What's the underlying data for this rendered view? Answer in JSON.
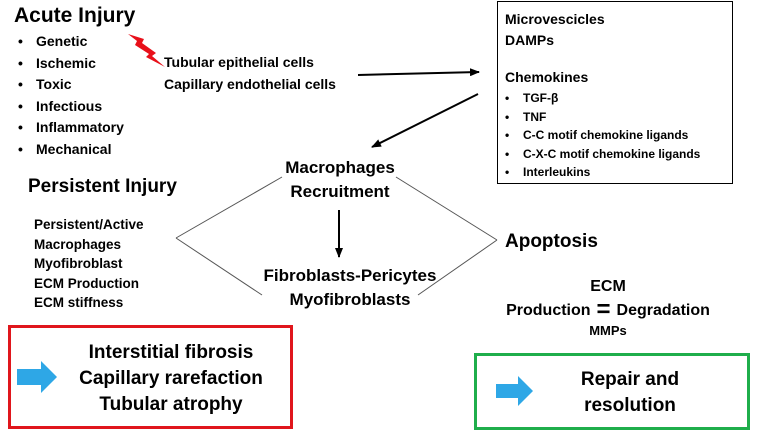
{
  "acute_injury": {
    "title": "Acute Injury",
    "causes": [
      "Genetic",
      "Ischemic",
      "Toxic",
      "Infectious",
      "Inflammatory",
      "Mechanical"
    ]
  },
  "cells": [
    "Tubular epithelial cells",
    "Capillary endothelial cells"
  ],
  "mediators": {
    "items": [
      "Microvescicles",
      "DAMPs"
    ],
    "chemokines_title": "Chemokines",
    "chemokines": [
      "TGF-β",
      "TNF",
      "C-C motif chemokine ligands",
      "C-X-C motif chemokine ligands",
      "Interleukins"
    ]
  },
  "macrophages": [
    "Macrophages",
    "Recruitment"
  ],
  "persistent_injury": {
    "title": "Persistent Injury",
    "items": [
      "Persistent/Active",
      "Macrophages",
      "Myofibroblast",
      "ECM Production",
      "ECM stiffness"
    ]
  },
  "fibroblasts": [
    "Fibroblasts-Pericytes",
    "Myofibroblasts"
  ],
  "apoptosis": "Apoptosis",
  "ecm": {
    "label": "ECM",
    "production": "Production",
    "equals": "=",
    "degradation": "Degradation",
    "mmps": "MMPs"
  },
  "fibrosis_outcome": [
    "Interstitial fibrosis",
    "Capillary rarefaction",
    "Tubular atrophy"
  ],
  "repair_outcome": [
    "Repair and",
    "resolution"
  ],
  "colors": {
    "lightning": "#e8101a",
    "blue_arrow": "#2ea7e6",
    "fibrosis_border": "#e0161c",
    "repair_border": "#1fae4b"
  },
  "icons": {
    "lightning": "lightning-bolt-icon",
    "outcome_arrow": "blue-arrow-icon"
  }
}
